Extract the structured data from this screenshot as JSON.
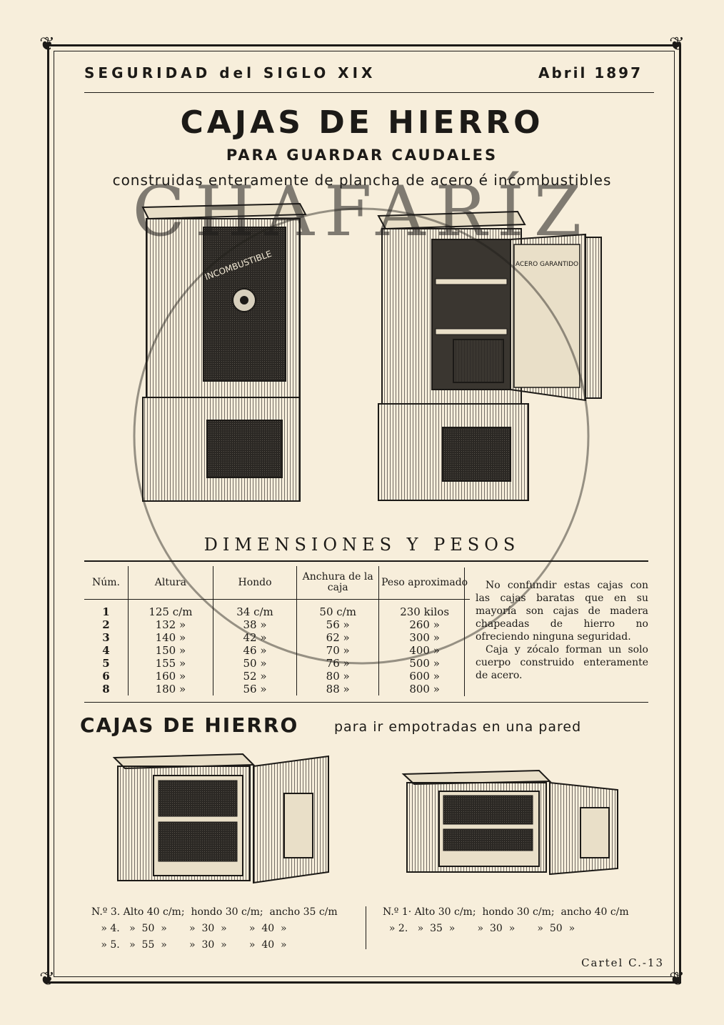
{
  "header": {
    "left": "SEGURIDAD del SIGLO XIX",
    "right": "Abril 1897"
  },
  "title": "CAJAS DE HIERRO",
  "subtitle": "PARA GUARDAR CAUDALES",
  "subtitle2": "construidas enteramente de plancha de acero é incombustibles",
  "watermark": "CHAFARÍZ",
  "illustration": {
    "safe_left_label": "INCOMBUSTIBLE",
    "safe_right_label": "ACERO GARANTIDO"
  },
  "dimensions": {
    "title": "DIMENSIONES Y PESOS",
    "headers": [
      "Núm.",
      "Altura",
      "Hondo",
      "Anchura de la caja",
      "Peso aproximado"
    ],
    "rows": [
      [
        "1",
        "125 c/m",
        "34 c/m",
        "50 c/m",
        "230 kilos"
      ],
      [
        "2",
        "132 »",
        "38 »",
        "56 »",
        "260 »"
      ],
      [
        "3",
        "140 »",
        "42 »",
        "62 »",
        "300 »"
      ],
      [
        "4",
        "150 »",
        "46 »",
        "70 »",
        "400 »"
      ],
      [
        "5",
        "155 »",
        "50 »",
        "76 »",
        "500 »"
      ],
      [
        "6",
        "160 »",
        "52 »",
        "80 »",
        "600 »"
      ],
      [
        "8",
        "180 »",
        "56 »",
        "88 »",
        "800 »"
      ]
    ],
    "note1": "No confundir estas cajas con las cajas baratas que en su mayoría son cajas de madera chapeadas de hierro no ofreciendo ninguna seguridad.",
    "note2": "Caja y zócalo forman un solo cuerpo construido enteramente de acero."
  },
  "section2": {
    "title_main": "CAJAS DE HIERRO",
    "title_rest": "para ir empotradas en una pared",
    "left_specs": [
      "N.º 3. Alto 40 c/m;  hondo 30 c/m;  ancho 35 c/m",
      "   » 4.   »  50  »       »  30  »       »  40  »",
      "   » 5.   »  55  »       »  30  »       »  40  »"
    ],
    "right_specs": [
      "N.º 1· Alto 30 c/m;  hondo 30 c/m;  ancho 40 c/m",
      "  » 2.   »  35  »       »  30  »       »  50  »"
    ]
  },
  "footer": "Cartel C.-13"
}
